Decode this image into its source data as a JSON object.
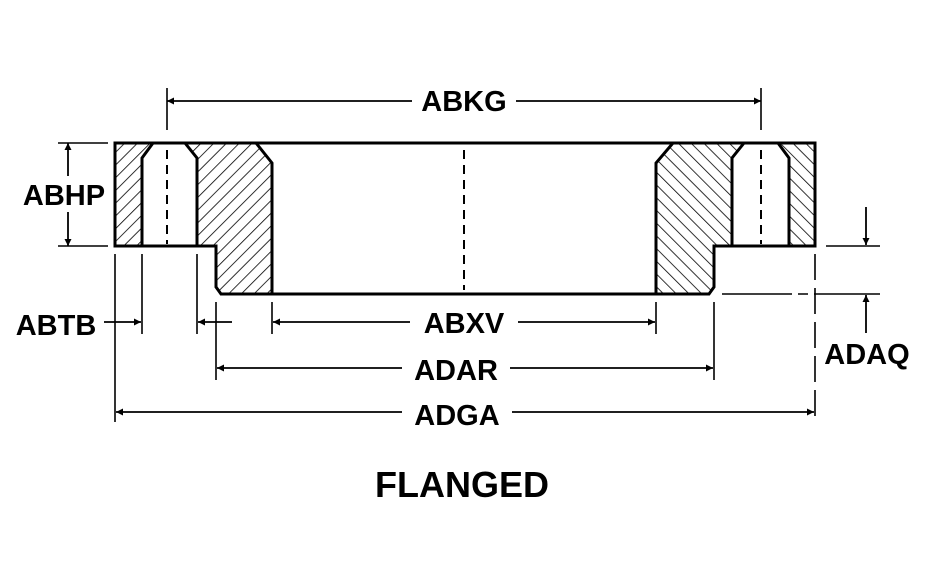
{
  "diagram": {
    "title": "FLANGED",
    "dimensions": {
      "abkg": "ABKG",
      "abhp": "ABHP",
      "abtb": "ABTB",
      "abxv": "ABXV",
      "adar": "ADAR",
      "adga": "ADGA",
      "adaq": "ADAQ"
    },
    "colors": {
      "ink": "#000000",
      "background": "#ffffff"
    }
  }
}
